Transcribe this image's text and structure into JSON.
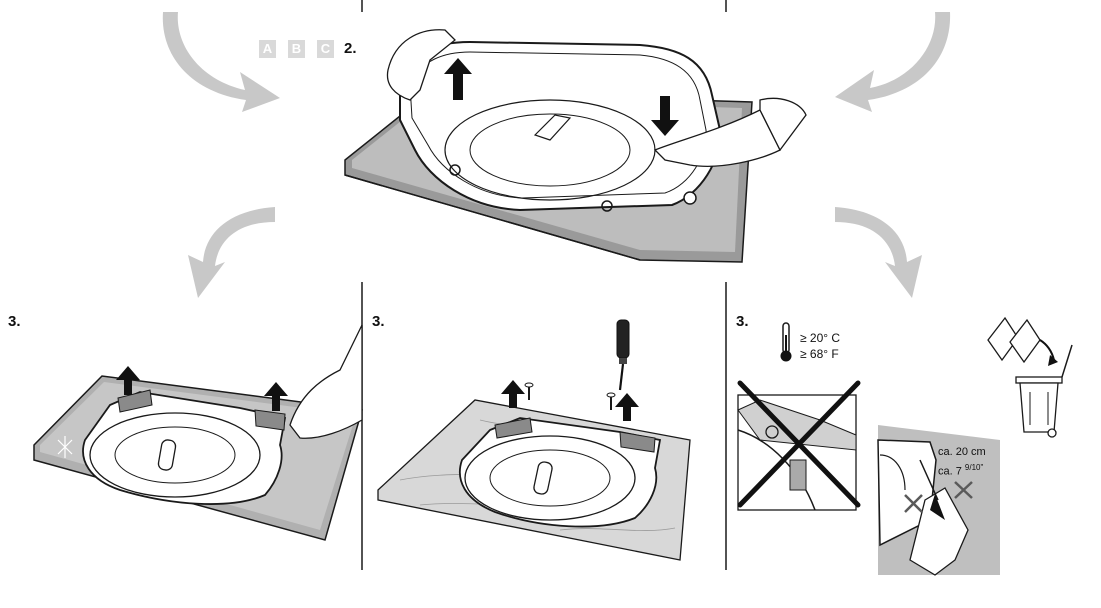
{
  "top_step": {
    "number": "2.",
    "variants": [
      "A",
      "B",
      "C"
    ]
  },
  "steps": [
    {
      "id": "left",
      "number": "3."
    },
    {
      "id": "middle",
      "number": "3."
    },
    {
      "id": "right",
      "number": "3."
    }
  ],
  "temperature": {
    "celsius": "≥ 20° C",
    "fahrenheit": "≥ 68° F"
  },
  "distance": {
    "metric": "ca. 20 cm",
    "imperial_whole": "ca. 7",
    "imperial_fraction": "9/10\""
  },
  "colors": {
    "line": "#1a1a1a",
    "arrow_gray": "#c8c8c8",
    "plate_gray": "#bdbdbd",
    "plate_dark": "#8a8a8a"
  },
  "icons": [
    "curved-arrow-icon",
    "up-arrow-icon",
    "down-arrow-icon",
    "thermometer-icon",
    "screwdriver-icon",
    "trash-bin-icon",
    "cross-icon"
  ]
}
